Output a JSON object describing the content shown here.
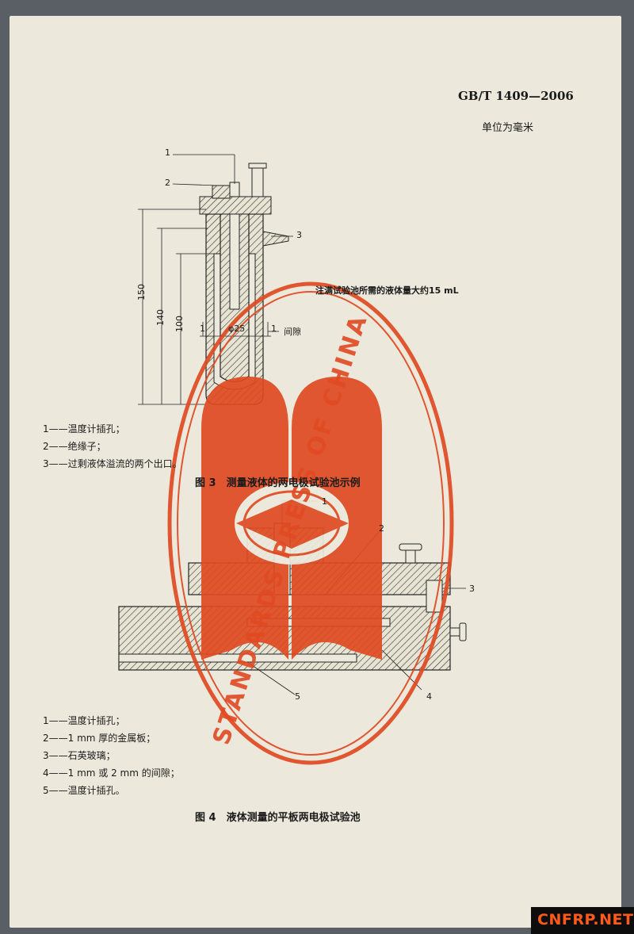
{
  "header": {
    "standard_number": "GB/T 1409—2006",
    "unit_note": "单位为毫米"
  },
  "figure3": {
    "note": "注满试验池所需的液体量大约15 mL",
    "callouts": [
      "1",
      "2",
      "3"
    ],
    "gap_label": "间隙",
    "dimensions": [
      "150",
      "140",
      "100",
      "φ25"
    ],
    "gap_markers": [
      "1",
      "1"
    ],
    "legend": [
      "1——温度计插孔；",
      "2——绝缘子；",
      "3——过剩液体溢流的两个出口。"
    ],
    "caption": "图 3　测量液体的两电极试验池示例"
  },
  "figure4": {
    "callouts": [
      "1",
      "2",
      "3",
      "4",
      "5"
    ],
    "legend": [
      "1——温度计插孔；",
      "2——1 mm 厚的金属板；",
      "3——石英玻璃；",
      "4——1 mm 或 2 mm 的间隙；",
      "5——温度计插孔。"
    ],
    "caption": "图 4　液体测量的平板两电极试验池"
  },
  "watermark": {
    "seal_text": "STANDARDS PRESS OF CHINA",
    "color": "#e04a22"
  },
  "site_logo": "CNFRP.NET"
}
